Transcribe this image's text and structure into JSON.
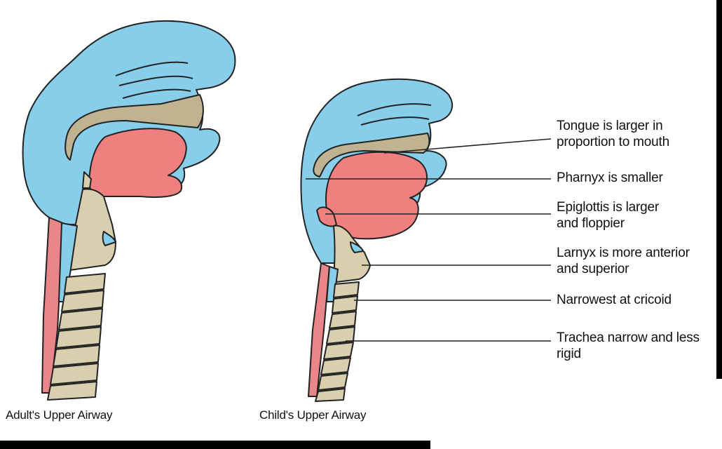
{
  "captions": {
    "adult": "Adult's Upper Airway",
    "child": "Child's Upper Airway"
  },
  "labels": [
    {
      "line1": "Tongue is larger in",
      "line2": "proportion to mouth"
    },
    {
      "line1": "Pharnyx is smaller",
      "line2": ""
    },
    {
      "line1": "Epiglottis is larger",
      "line2": "and floppier"
    },
    {
      "line1": "Larnyx is more anterior",
      "line2": "and superior"
    },
    {
      "line1": "Narrowest at cricoid",
      "line2": ""
    },
    {
      "line1": "Trachea narrow and less",
      "line2": "rigid"
    }
  ],
  "colors": {
    "airway_blue": "#87CEEB",
    "tongue_pink": "#F08080",
    "tissue_tan": "#D8CFAE",
    "palate_tan": "#BFB392",
    "esophagus_pink": "#E8868A",
    "outline": "#222222"
  }
}
